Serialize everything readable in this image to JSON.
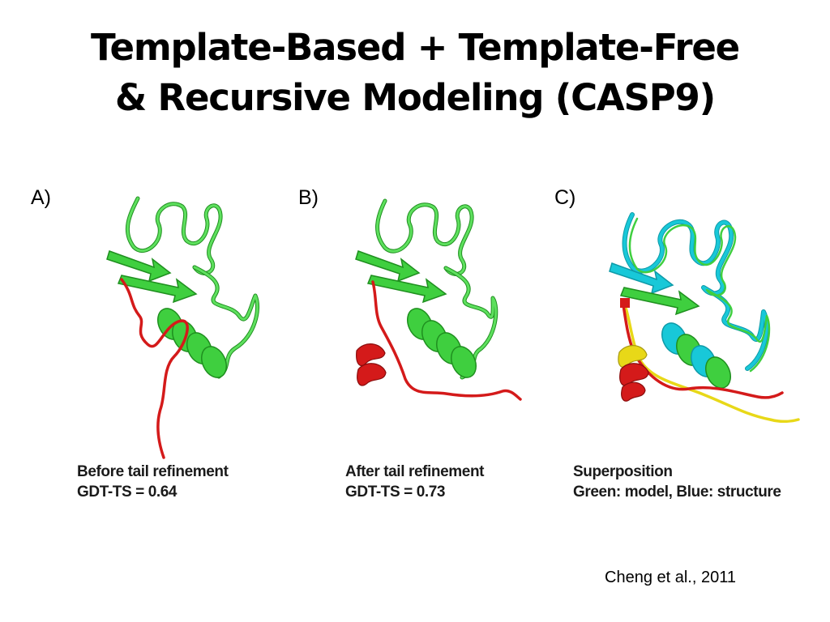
{
  "slide": {
    "title_line1": "Template-Based + Template-Free",
    "title_line2": "& Recursive Modeling (CASP9)",
    "credit": "Cheng et al., 2011"
  },
  "panels": [
    {
      "letter": "A)",
      "caption_line1": "Before tail refinement",
      "caption_line2": "GDT-TS = 0.64"
    },
    {
      "letter": "B)",
      "caption_line1": "After tail refinement",
      "caption_line2": "GDT-TS = 0.73"
    },
    {
      "letter": "C)",
      "caption_line1": "Superposition",
      "caption_line2": "Green: model, Blue: structure"
    }
  ],
  "colors": {
    "model": "#3fcf3f",
    "model_dark": "#1f8f1f",
    "structure": "#18c8d8",
    "tail": "#d41a1a",
    "tail_native": "#e8d818"
  }
}
